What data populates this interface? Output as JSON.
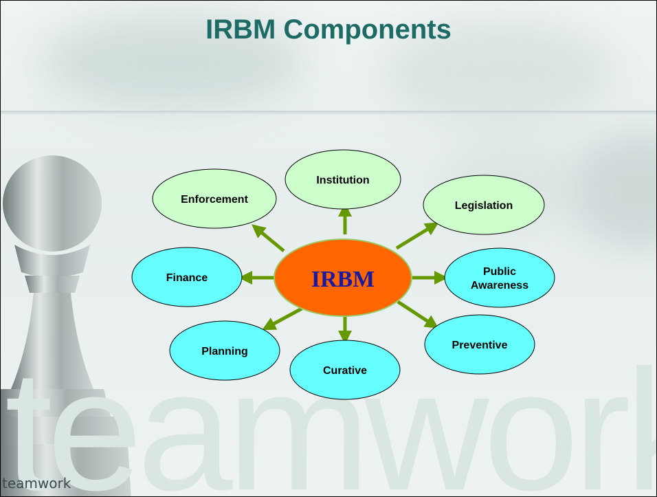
{
  "slide": {
    "title": "IRBM Components",
    "corner_text": "teamwork",
    "watermark_text": "teamwork"
  },
  "diagram": {
    "hub": {
      "label": "IRBM",
      "fill": "#ff6600",
      "text_color": "#1a1aa0"
    },
    "arrow_color": "#669900",
    "nodes": [
      {
        "id": "institution",
        "lines": [
          "Institution"
        ],
        "fill": "#ccffcc"
      },
      {
        "id": "enforcement",
        "lines": [
          "Enforcement"
        ],
        "fill": "#ccffcc"
      },
      {
        "id": "legislation",
        "lines": [
          "Legislation"
        ],
        "fill": "#ccffcc"
      },
      {
        "id": "finance",
        "lines": [
          "Finance"
        ],
        "fill": "#66ffff"
      },
      {
        "id": "public-awareness",
        "lines": [
          "Public",
          "Awareness"
        ],
        "fill": "#66ffff"
      },
      {
        "id": "planning",
        "lines": [
          "Planning"
        ],
        "fill": "#66ffff"
      },
      {
        "id": "curative",
        "lines": [
          "Curative"
        ],
        "fill": "#66ffff"
      },
      {
        "id": "preventive",
        "lines": [
          "Preventive"
        ],
        "fill": "#66ffff"
      }
    ]
  }
}
